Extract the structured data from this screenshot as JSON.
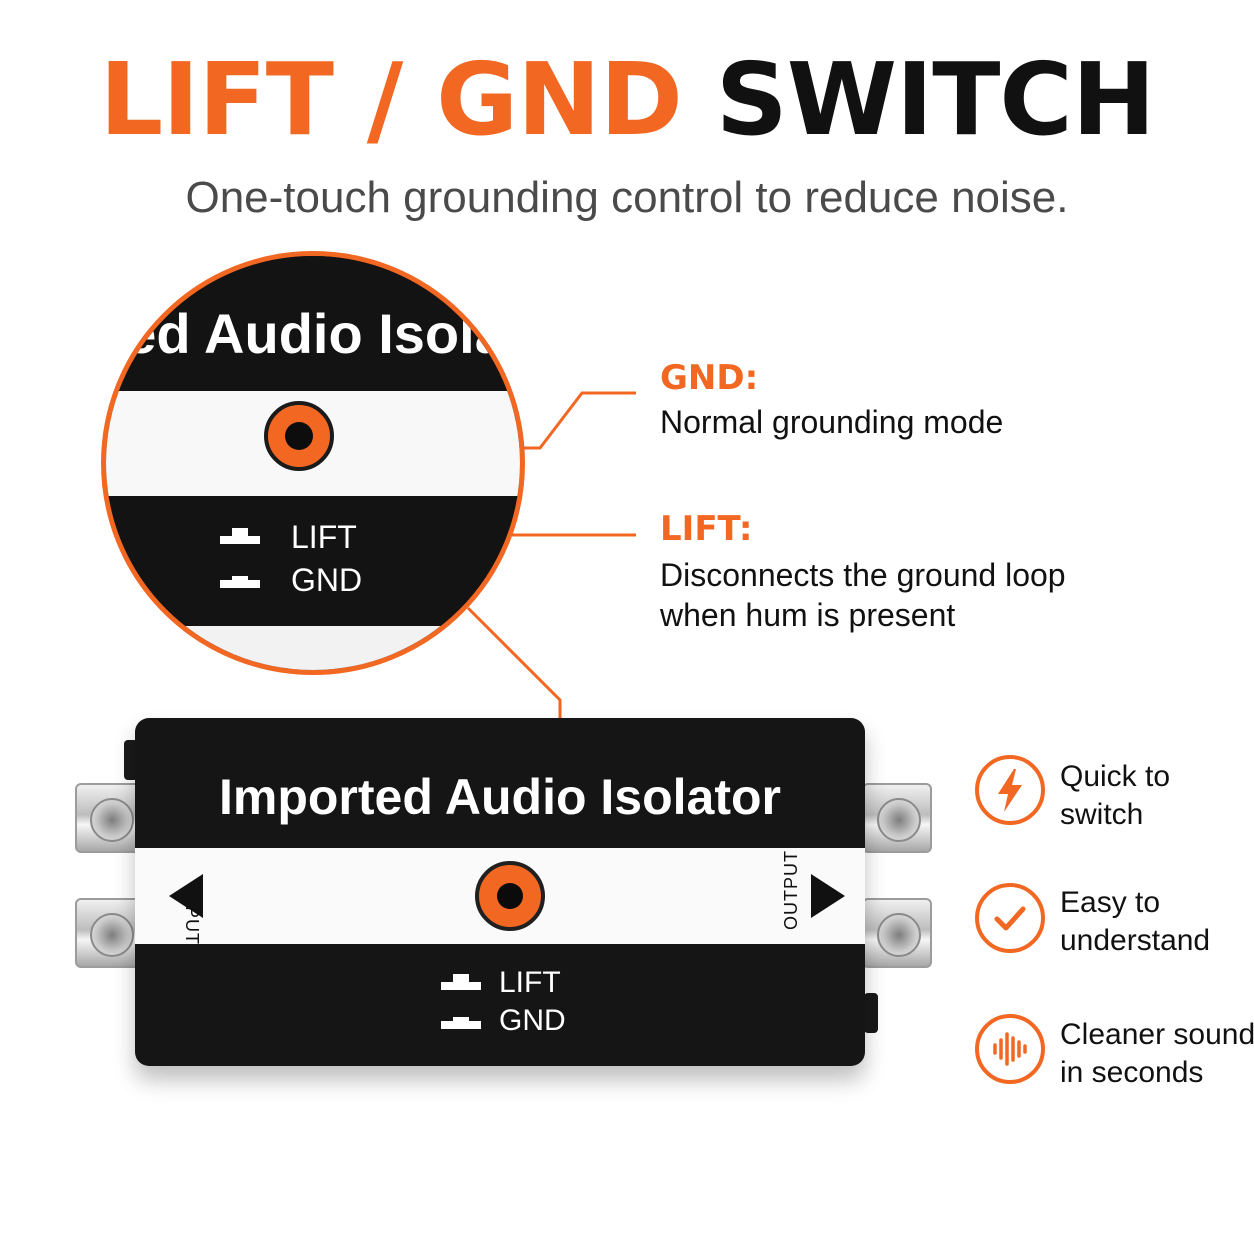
{
  "headline": {
    "part1": "LIFT / GND",
    "part2": "SWITCH"
  },
  "subtitle": "One-touch grounding control to reduce noise.",
  "zoom": {
    "device_text": "Imported Audio Isolator",
    "lift_label": "LIFT",
    "gnd_label": "GND"
  },
  "callouts": {
    "gnd": {
      "title": "GND:",
      "desc": "Normal grounding mode"
    },
    "lift": {
      "title": "LIFT:",
      "desc_line1": "Disconnects the ground loop",
      "desc_line2": "when hum is present"
    }
  },
  "device": {
    "title": "Imported Audio Isolator",
    "input_label": "INPUT",
    "output_label": "OUTPUT",
    "lift_label": "LIFT",
    "gnd_label": "GND"
  },
  "features": [
    {
      "icon": "lightning-icon",
      "line1": "Quick to",
      "line2": "switch"
    },
    {
      "icon": "checkmark-icon",
      "line1": "Easy to",
      "line2": "understand"
    },
    {
      "icon": "sound-wave-icon",
      "line1": "Cleaner sound",
      "line2": "in seconds"
    }
  ],
  "colors": {
    "accent": "#f26722",
    "dark": "#111111",
    "subtitle": "#4a4a4a"
  }
}
